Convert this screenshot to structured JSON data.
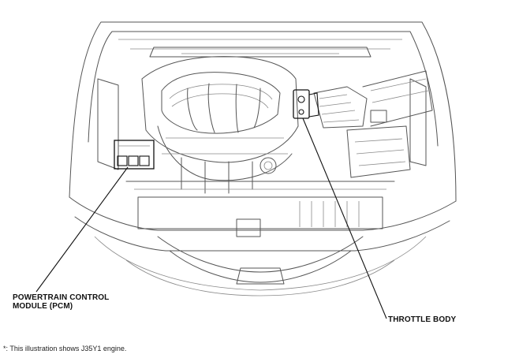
{
  "labels": {
    "pcm": "POWERTRAIN CONTROL MODULE (PCM)",
    "throttle_body": "THROTTLE BODY"
  },
  "footnote": "*: This illustration shows J35Y1 engine."
}
